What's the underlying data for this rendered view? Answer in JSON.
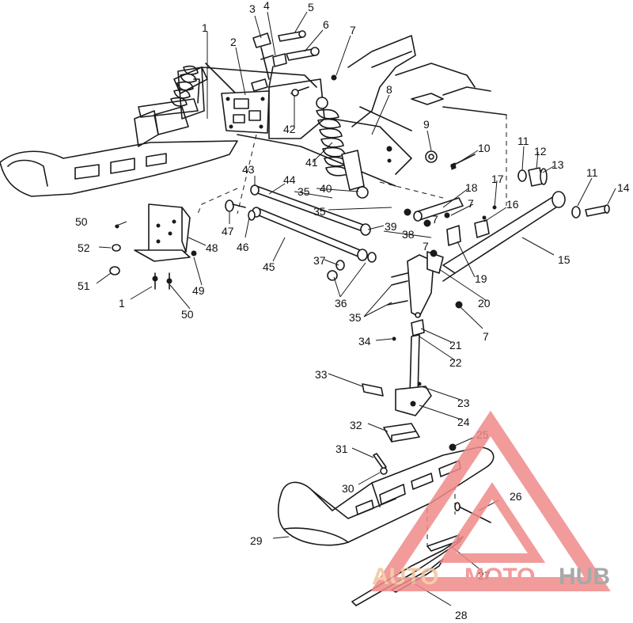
{
  "callouts": [
    {
      "id": "1",
      "label": "1"
    },
    {
      "id": "2",
      "label": "2"
    },
    {
      "id": "3",
      "label": "3"
    },
    {
      "id": "4",
      "label": "4"
    },
    {
      "id": "5",
      "label": "5"
    },
    {
      "id": "6",
      "label": "6"
    },
    {
      "id": "7a",
      "label": "7"
    },
    {
      "id": "8",
      "label": "8"
    },
    {
      "id": "9",
      "label": "9"
    },
    {
      "id": "10",
      "label": "10"
    },
    {
      "id": "11a",
      "label": "11"
    },
    {
      "id": "12",
      "label": "12"
    },
    {
      "id": "13",
      "label": "13"
    },
    {
      "id": "11b",
      "label": "11"
    },
    {
      "id": "14",
      "label": "14"
    },
    {
      "id": "15",
      "label": "15"
    },
    {
      "id": "16",
      "label": "16"
    },
    {
      "id": "17",
      "label": "17"
    },
    {
      "id": "18",
      "label": "18"
    },
    {
      "id": "7b",
      "label": "7"
    },
    {
      "id": "7c",
      "label": "7"
    },
    {
      "id": "7d",
      "label": "7"
    },
    {
      "id": "19",
      "label": "19"
    },
    {
      "id": "20",
      "label": "20"
    },
    {
      "id": "7e",
      "label": "7"
    },
    {
      "id": "21",
      "label": "21"
    },
    {
      "id": "22",
      "label": "22"
    },
    {
      "id": "23",
      "label": "23"
    },
    {
      "id": "24",
      "label": "24"
    },
    {
      "id": "25",
      "label": "25"
    },
    {
      "id": "26",
      "label": "26"
    },
    {
      "id": "27",
      "label": "27"
    },
    {
      "id": "28",
      "label": "28"
    },
    {
      "id": "29",
      "label": "29"
    },
    {
      "id": "30",
      "label": "30"
    },
    {
      "id": "31",
      "label": "31"
    },
    {
      "id": "32",
      "label": "32"
    },
    {
      "id": "33",
      "label": "33"
    },
    {
      "id": "34",
      "label": "34"
    },
    {
      "id": "35a",
      "label": "35"
    },
    {
      "id": "35b",
      "label": "35"
    },
    {
      "id": "35c",
      "label": "35"
    },
    {
      "id": "36",
      "label": "36"
    },
    {
      "id": "37",
      "label": "37"
    },
    {
      "id": "38",
      "label": "38"
    },
    {
      "id": "39",
      "label": "39"
    },
    {
      "id": "40",
      "label": "40"
    },
    {
      "id": "41",
      "label": "41"
    },
    {
      "id": "42",
      "label": "42"
    },
    {
      "id": "43",
      "label": "43"
    },
    {
      "id": "44",
      "label": "44"
    },
    {
      "id": "45",
      "label": "45"
    },
    {
      "id": "46",
      "label": "46"
    },
    {
      "id": "47",
      "label": "47"
    },
    {
      "id": "48",
      "label": "48"
    },
    {
      "id": "49",
      "label": "49"
    },
    {
      "id": "50a",
      "label": "50"
    },
    {
      "id": "50b",
      "label": "50"
    },
    {
      "id": "51",
      "label": "51"
    },
    {
      "id": "52",
      "label": "52"
    },
    {
      "id": "1b",
      "label": "1"
    }
  ],
  "watermark": {
    "part1": "AUTO",
    "part2": "MOTO",
    "part3": "HUB",
    "color_auto": "#f2c49a",
    "color_moto": "#f08a8a",
    "color_hub": "#9a9a9a",
    "triangle_color": "#f08a8a"
  }
}
